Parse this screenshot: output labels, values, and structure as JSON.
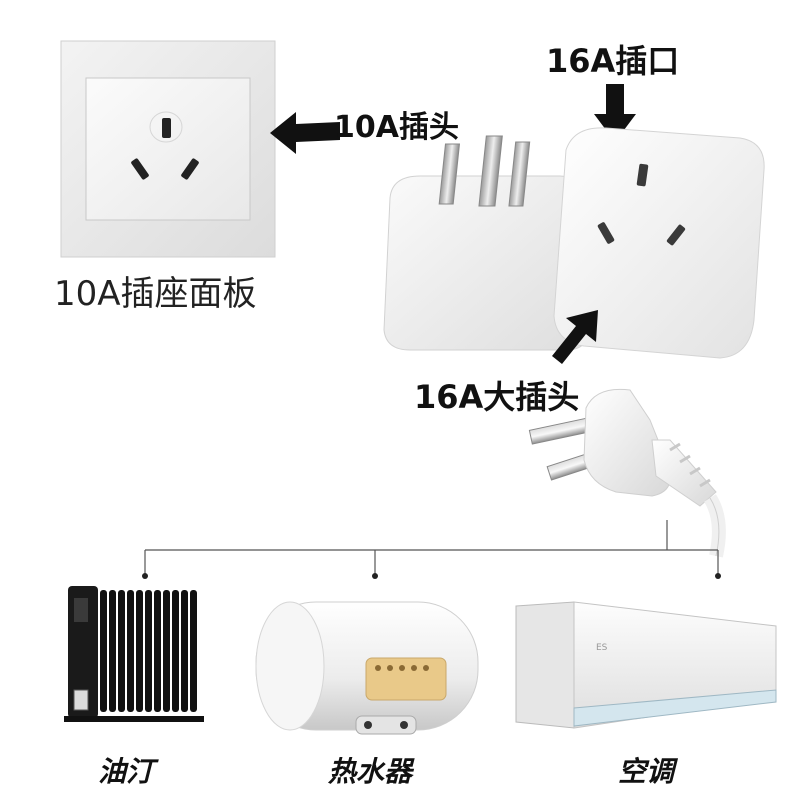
{
  "labels": {
    "socket_panel": "10A插座面板",
    "plug_10a": "10A插头",
    "outlet_16a": "16A插口",
    "plug_16a": "16A大插头"
  },
  "appliances": [
    {
      "name": "油汀",
      "icon": "oil-heater-icon"
    },
    {
      "name": "热水器",
      "icon": "water-heater-icon"
    },
    {
      "name": "空调",
      "icon": "air-conditioner-icon"
    }
  ],
  "colors": {
    "arrow": "#111111",
    "device_white": "#f4f4f4",
    "heater_black": "#1a1a1a",
    "water_heater_gold": "#e9c989"
  }
}
